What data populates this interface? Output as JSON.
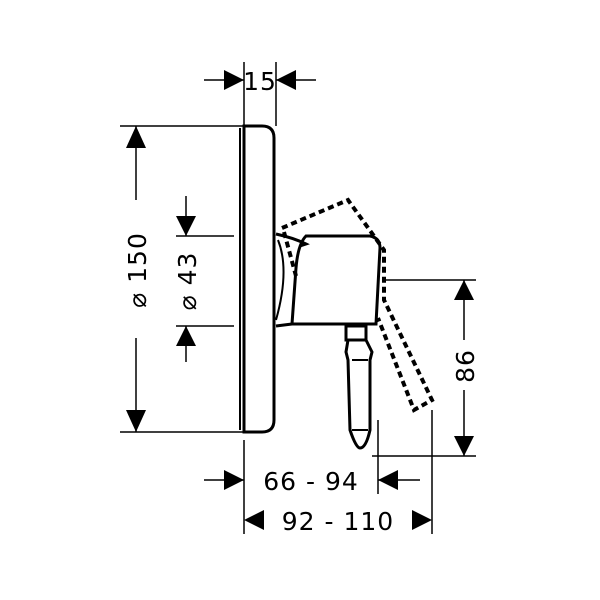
{
  "dimensions": {
    "depth_top": "15",
    "plate_diameter": "⌀ 150",
    "inner_diameter": "⌀ 43",
    "lever_height": "86",
    "depth_range_inner": "66 - 94",
    "depth_range_outer": "92 - 110"
  },
  "colors": {
    "line": "#000000",
    "background": "#ffffff"
  }
}
